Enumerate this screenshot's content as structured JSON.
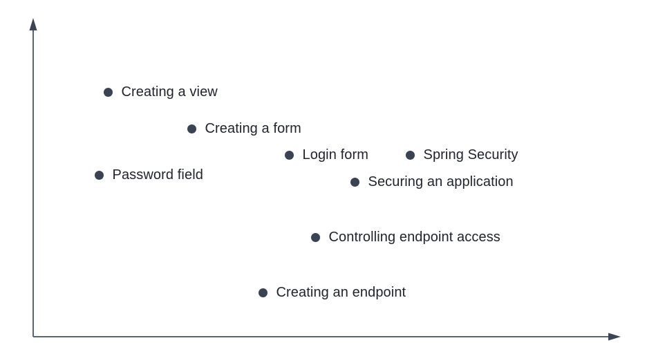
{
  "chart_data": {
    "type": "scatter",
    "title": "",
    "subtitle": "",
    "xlabel": "",
    "ylabel": "",
    "xlim": [
      0,
      936
    ],
    "ylim": [
      0,
      525
    ],
    "grid": false,
    "legend": "none",
    "axes": {
      "y_axis": {
        "x": 48,
        "y_top": 30,
        "y_bottom": 487,
        "arrow": "up"
      },
      "x_axis": {
        "y": 487,
        "x_left": 48,
        "x_right": 897,
        "arrow": "right"
      },
      "tick_labels_x": [],
      "tick_labels_y": [],
      "color": "#5a6478",
      "line_width": 2
    },
    "marker": {
      "shape": "circle",
      "color": "#3a4354",
      "radius": 6.5
    },
    "label_color": "#21242b",
    "points": [
      {
        "label": "Creating a view",
        "x": 156,
        "y": 133
      },
      {
        "label": "Creating a form",
        "x": 277,
        "y": 186
      },
      {
        "label": "Login form",
        "x": 418,
        "y": 224
      },
      {
        "label": "Spring Security",
        "x": 593,
        "y": 224
      },
      {
        "label": "Password field",
        "x": 143,
        "y": 253
      },
      {
        "label": "Securing an application",
        "x": 513,
        "y": 263
      },
      {
        "label": "Controlling endpoint access",
        "x": 456,
        "y": 343
      },
      {
        "label": "Creating an endpoint",
        "x": 380,
        "y": 423
      }
    ]
  }
}
